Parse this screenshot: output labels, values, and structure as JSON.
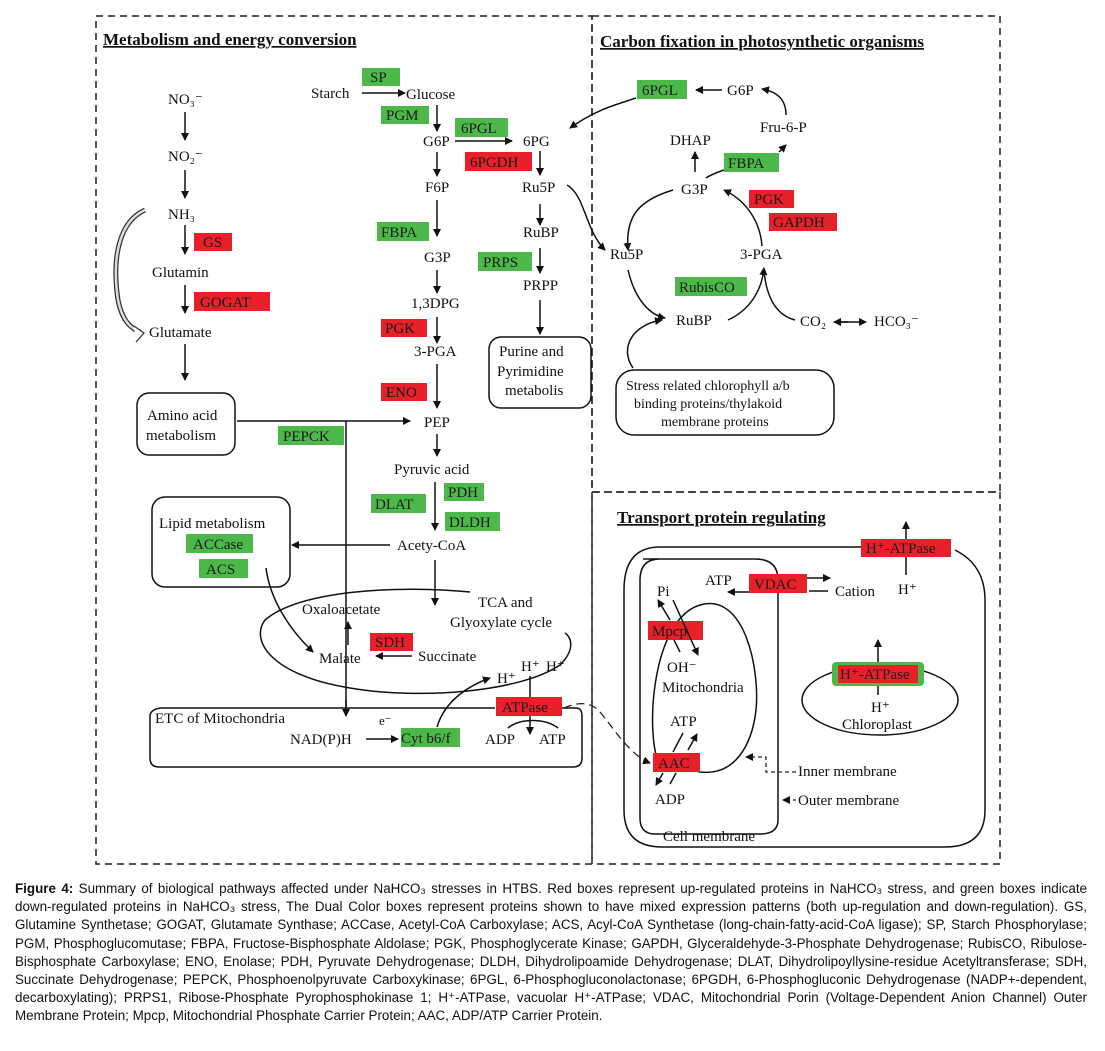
{
  "colors": {
    "up": "#e8202a",
    "down": "#4cb84a",
    "dual_outer": "#4cb84a",
    "dual_inner": "#e8202a"
  },
  "panels": {
    "metabolism": {
      "title": "Metabolism and energy conversion",
      "nitrogen": {
        "no3": "NO₃⁻",
        "no2": "NO₂⁻",
        "nh3": "NH₃",
        "glutamin": "Glutamin",
        "glutamate": "Glutamate"
      },
      "glycolysis": {
        "starch": "Starch",
        "glucose": "Glucose",
        "g6p": "G6P",
        "f6p": "F6P",
        "g3p": "G3P",
        "dpg": "1,3DPG",
        "pga": "3-PGA",
        "pep": "PEP",
        "pyruvic": "Pyruvic acid",
        "acetycoa": "Acety-CoA"
      },
      "ppp": {
        "pg6": "6PG",
        "ru5p": "Ru5P",
        "rubp": "RuBP",
        "prpp": "PRPP"
      },
      "boxes_text": {
        "amino": [
          "Amino acid",
          "metabolism"
        ],
        "purine": [
          "Purine and",
          "Pyrimidine",
          "metabolis"
        ],
        "lipid": "Lipid metabolism"
      },
      "tca": {
        "oxaloacetate": "Oxaloacetate",
        "malate": "Malate",
        "succinate": "Succinate",
        "label": [
          "TCA and",
          "Glyoxylate cycle"
        ]
      },
      "etc": {
        "label": "ETC of Mitochondria",
        "nadph": "NAD(P)H",
        "e": "e⁻",
        "adp": "ADP",
        "atp": "ATP",
        "hplus": "H⁺"
      },
      "enzymes": {
        "sp": "SP",
        "pgm": "PGM",
        "pgl6": "6PGL",
        "pgdh6": "6PGDH",
        "fbpa": "FBPA",
        "prps": "PRPS",
        "gs": "GS",
        "gogat": "GOGAT",
        "pgk": "PGK",
        "eno": "ENO",
        "pepck": "PEPCK",
        "dlat": "DLAT",
        "pdh": "PDH",
        "dldh": "DLDH",
        "accase": "ACCase",
        "acs": "ACS",
        "sdh": "SDH",
        "atpase": "ATPase",
        "cyt": "Cyt b6/f"
      }
    },
    "carbon": {
      "title": "Carbon fixation in photosynthetic organisms",
      "metabolites": {
        "g6p": "G6P",
        "fru6p": "Fru-6-P",
        "dhap": "DHAP",
        "g3p": "G3P",
        "ru5p": "Ru5P",
        "pga": "3-PGA",
        "rubp": "RuBP",
        "co2": "CO₂",
        "hco3": "HCO₃⁻"
      },
      "enzymes": {
        "pgl6": "6PGL",
        "fbpa": "FBPA",
        "pgk": "PGK",
        "gapdh": "GAPDH",
        "rubisco": "RubisCO"
      },
      "stress_box": [
        "Stress related chlorophyll a/b",
        "binding proteins/thylakoid",
        "membrane proteins"
      ]
    },
    "transport": {
      "title": "Transport protein regulating",
      "labels": {
        "atp1": "ATP",
        "cation": "Cation",
        "hplus": "H⁺",
        "pi": "Pi",
        "oh": "OH⁻",
        "mito": "Mitochondria",
        "atp2": "ATP",
        "adp": "ADP",
        "hplus2": "H⁺",
        "chloroplast": "Chloroplast",
        "inner": "Inner membrane",
        "outer": "Outer membrane",
        "cell": "Cell membrane"
      },
      "enzymes": {
        "hatpase_top": "H⁺-ATPase",
        "vdac": "VDAC",
        "mpcp": "Mpcp",
        "aac": "AAC",
        "hatpase_chl": "H⁺-ATPase"
      }
    }
  },
  "caption": {
    "label": "Figure 4:",
    "text": " Summary of biological pathways affected under NaHCO₃ stresses in HTBS. Red boxes represent up-regulated proteins in NaHCO₃ stress, and green boxes indicate down-regulated proteins in NaHCO₃ stress, The Dual Color boxes represent proteins shown to have mixed expression patterns (both up-regulation and down-regulation). GS, Glutamine Synthetase; GOGAT, Glutamate Synthase; ACCase, Acetyl-CoA Carboxylase; ACS, Acyl-CoA Synthetase (long-chain-fatty-acid-CoA ligase); SP, Starch Phosphorylase; PGM, Phosphoglucomutase; FBPA, Fructose-Bisphosphate Aldolase; PGK, Phosphoglycerate Kinase; GAPDH, Glyceraldehyde-3-Phosphate Dehydrogenase; RubisCO, Ribulose-Bisphosphate Carboxylase; ENO, Enolase; PDH, Pyruvate Dehydrogenase; DLDH, Dihydrolipoamide Dehydrogenase; DLAT, Dihydrolipoyllysine-residue Acetyltransferase; SDH, Succinate Dehydrogenase; PEPCK, Phosphoenolpyruvate Carboxykinase; 6PGL, 6-Phosphogluconolactonase; 6PGDH, 6-Phosphogluconic Dehydrogenase (NADP+-dependent, decarboxylating); PRPS1, Ribose-Phosphate Pyrophosphokinase 1; H⁺-ATPase, vacuolar H⁺-ATPase; VDAC, Mitochondrial Porin (Voltage-Dependent Anion Channel) Outer Membrane Protein; Mpcp, Mitochondrial Phosphate Carrier Protein; AAC, ADP/ATP Carrier Protein."
  }
}
